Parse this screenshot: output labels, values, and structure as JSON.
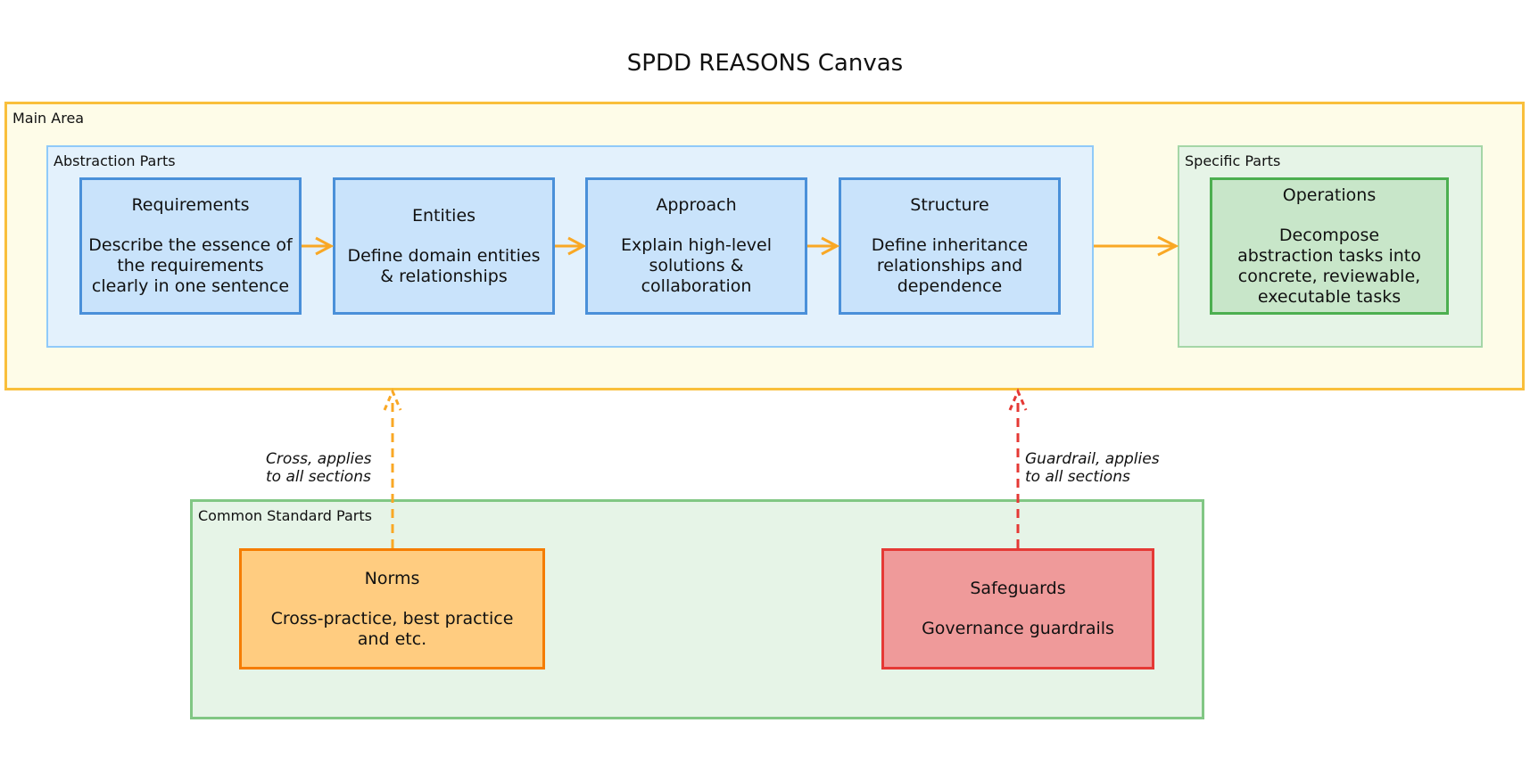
{
  "title": "SPDD REASONS Canvas",
  "groups": {
    "main_area": "Main Area",
    "abstraction_parts": "Abstraction Parts",
    "specific_parts": "Specific Parts",
    "common_standard_parts": "Common Standard Parts"
  },
  "nodes": {
    "requirements": {
      "title": "Requirements",
      "desc": "Describe the essence of the requirements clearly in one sentence"
    },
    "entities": {
      "title": "Entities",
      "desc": "Define domain entities & relationships"
    },
    "approach": {
      "title": "Approach",
      "desc": "Explain high-level solutions & collaboration"
    },
    "structure": {
      "title": "Structure",
      "desc": "Define inheritance relationships and dependence"
    },
    "operations": {
      "title": "Operations",
      "desc": "Decompose abstraction tasks into concrete, reviewable, executable tasks"
    },
    "norms": {
      "title": "Norms",
      "desc": "Cross-practice, best practice and etc."
    },
    "safeguards": {
      "title": "Safeguards",
      "desc": "Governance guardrails"
    }
  },
  "edges": [
    {
      "from": "requirements",
      "to": "entities",
      "style": "solid",
      "label": ""
    },
    {
      "from": "entities",
      "to": "approach",
      "style": "solid",
      "label": ""
    },
    {
      "from": "approach",
      "to": "structure",
      "style": "solid",
      "label": ""
    },
    {
      "from": "abstraction_parts",
      "to": "specific_parts",
      "style": "solid",
      "label": ""
    },
    {
      "from": "norms",
      "to": "main_area",
      "style": "dashed",
      "label": "Cross, applies to all sections"
    },
    {
      "from": "safeguards",
      "to": "main_area",
      "style": "dashed",
      "label": "Guardrail, applies to all sections"
    }
  ],
  "colors": {
    "flow_arrow": "#f9a825",
    "norms_arrow": "#f9a825",
    "guardrail_arrow": "#e53935"
  }
}
